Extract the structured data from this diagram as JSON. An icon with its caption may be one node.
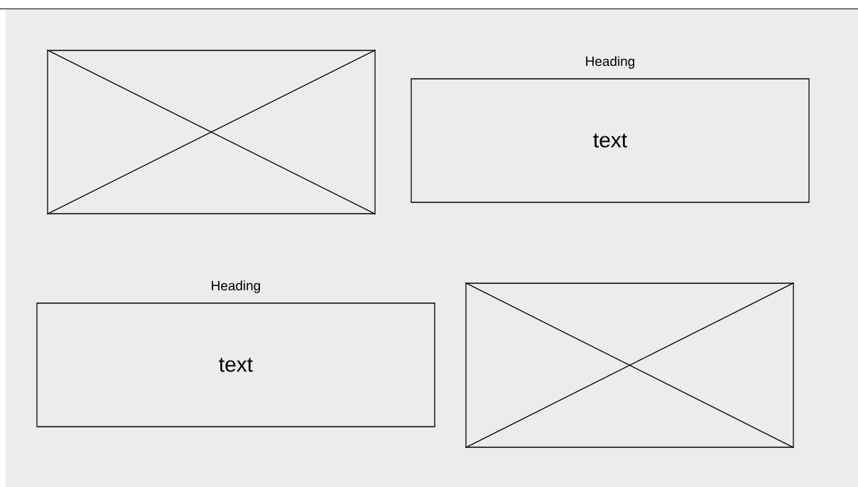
{
  "diagram": {
    "nodes": [
      {
        "text": [],
        "shape": "box"
      },
      {
        "text": [
          "Heading",
          "text"
        ]
      },
      {
        "text": [
          "Heading",
          "text"
        ]
      },
      {
        "text": [],
        "shape": "box"
      }
    ]
  }
}
